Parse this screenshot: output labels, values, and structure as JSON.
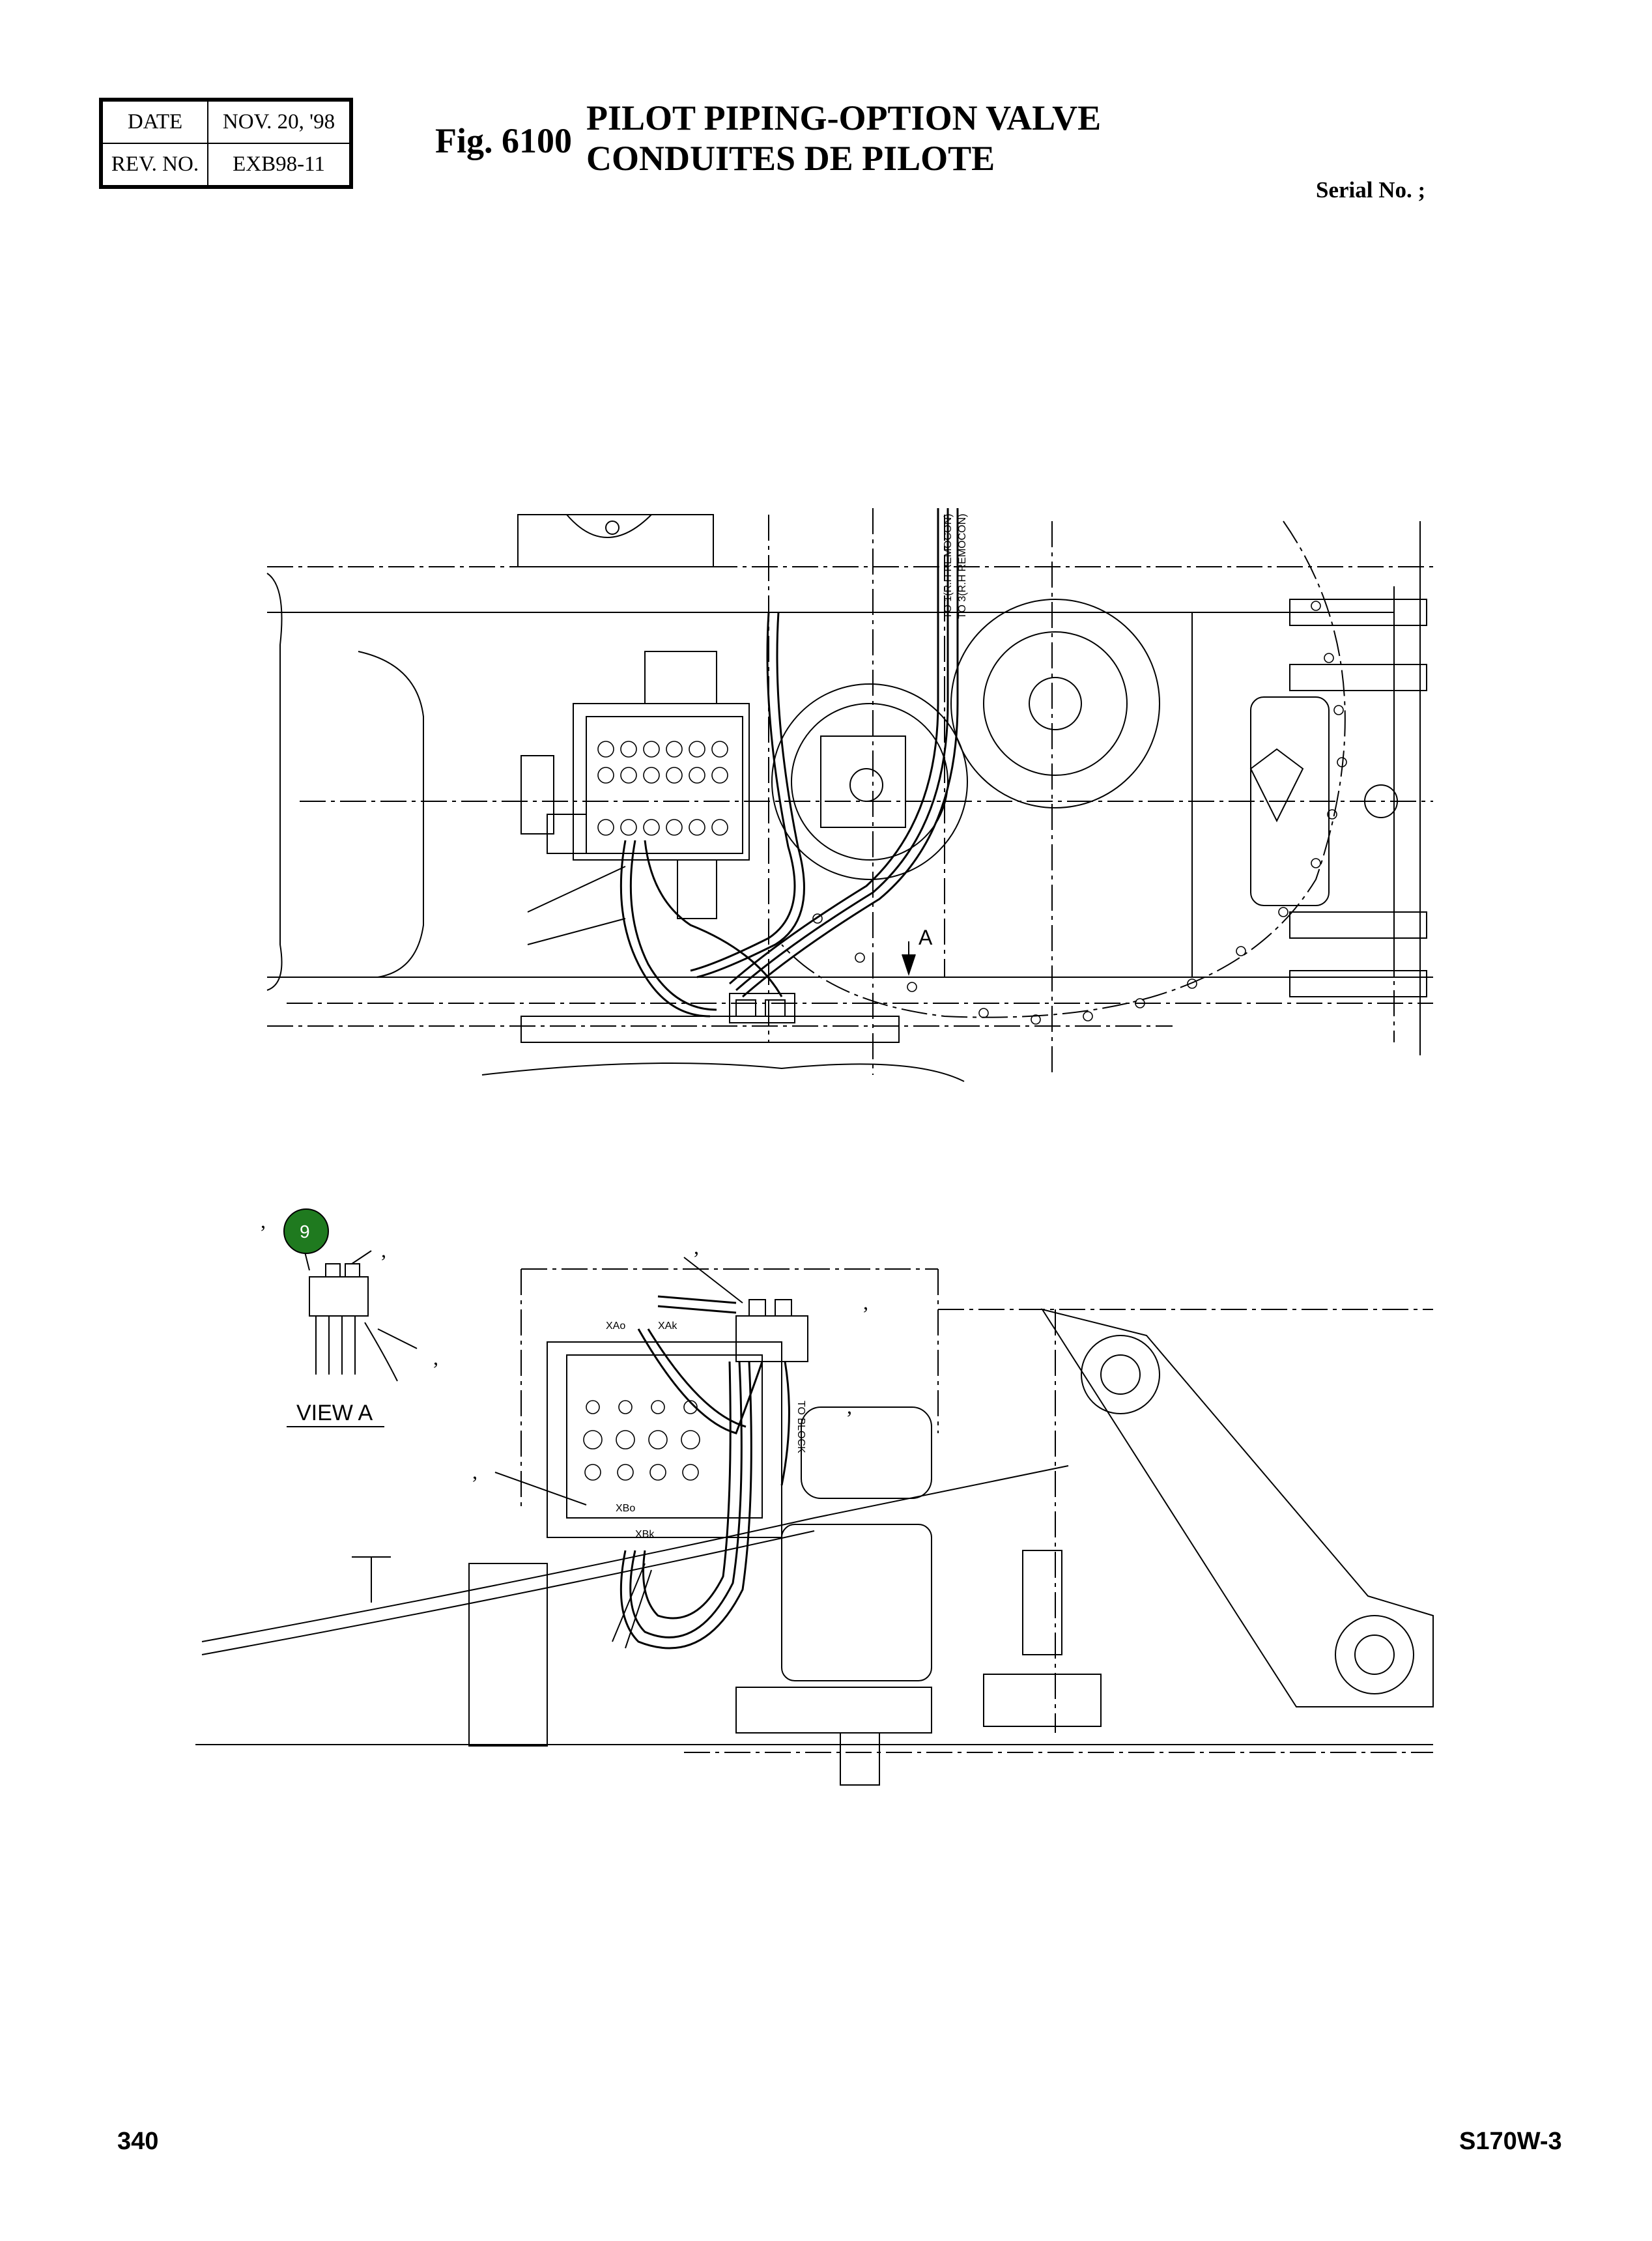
{
  "header": {
    "date_label": "DATE",
    "date_value": "NOV. 20, '98",
    "rev_label": "REV. NO.",
    "rev_value": "EXB98-11",
    "fig_label": "Fig. 6100",
    "title_en": "PILOT PIPING-OPTION VALVE",
    "title_fr": "CONDUITES DE PILOTE",
    "serial_label": "Serial No. ;"
  },
  "drawing": {
    "top_view": {
      "route_note_1": "TO 1(R.H REMOCON)",
      "route_note_2": "TO 3(R.H REMOCON)",
      "view_arrow_label": "A"
    },
    "view_a": {
      "caption": "VIEW  A",
      "callout_number": "9",
      "callout_color": "#1f7a1f"
    },
    "side_view": {
      "port_1": "XAo",
      "port_2": "XAk",
      "port_3": "XBo",
      "port_4": "XBk",
      "route_note": "TO BLOCK"
    },
    "commas": [
      ",",
      ",",
      ",",
      ",",
      ",",
      ",",
      ","
    ]
  },
  "footer": {
    "page_number": "340",
    "model": "S170W-3"
  }
}
